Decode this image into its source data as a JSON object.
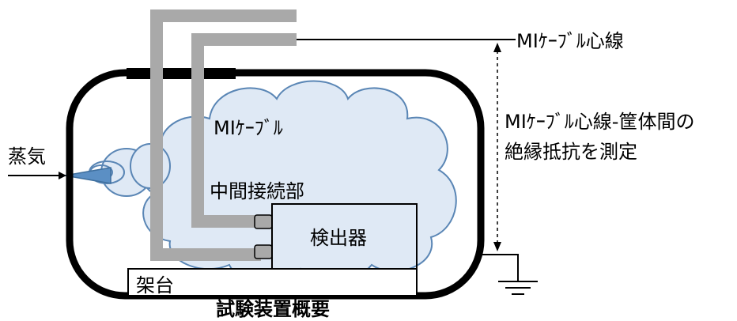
{
  "labels": {
    "cable_core": "MIｹｰﾌﾞﾙ心線",
    "measure_line1": "MIｹｰﾌﾞﾙ心線-筐体間の",
    "measure_line2": "絶縁抵抗を測定",
    "steam": "蒸気",
    "cable": "MIｹｰﾌﾞﾙ",
    "junction": "中間接続部",
    "detector": "検出器",
    "stand": "架台",
    "caption": "試験装置概要"
  },
  "colors": {
    "outline": "#000000",
    "cloud_fill": "#dfe9f5",
    "cloud_stroke": "#5a86b5",
    "cable": "#a9a9a9",
    "nozzle": "#5b8fc4"
  }
}
